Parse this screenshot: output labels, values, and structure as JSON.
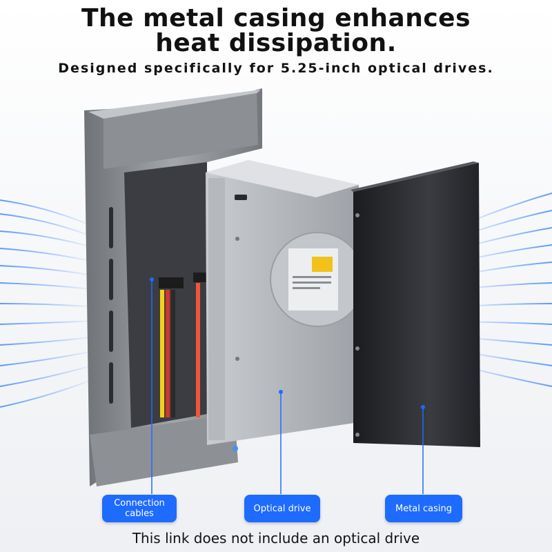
{
  "headline": {
    "line1": "The metal casing enhances",
    "line2": "heat dissipation."
  },
  "subheadline": "Designed specifically for 5.25-inch optical drives.",
  "callouts": [
    {
      "label_line1": "Connection",
      "label_line2": "cables"
    },
    {
      "label_line1": "Optical drive"
    },
    {
      "label_line1": "Metal casing"
    }
  ],
  "footer_note": "This link does not include an optical drive",
  "colors": {
    "callout_blue": "#1e6bff",
    "airflow_blue": "#4a8dff",
    "enclosure_gray": "#8a8d92",
    "casing_black": "#2a2c30"
  }
}
